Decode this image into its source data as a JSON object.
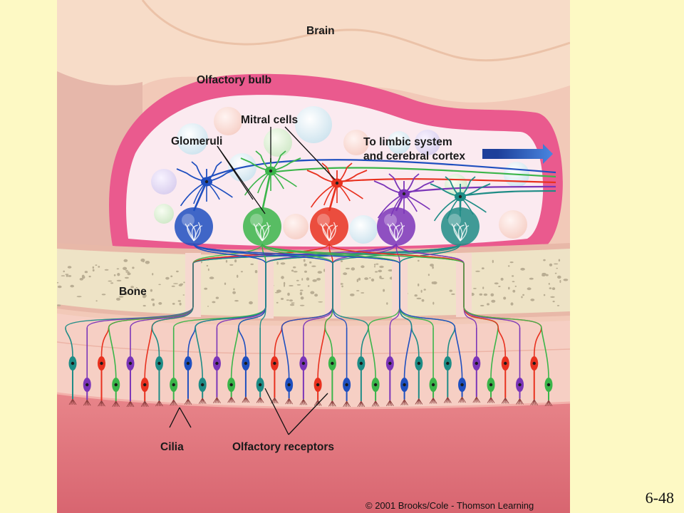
{
  "labels": {
    "brain": "Brain",
    "olfactory_bulb": "Olfactory bulb",
    "mitral_cells": "Mitral cells",
    "glomeruli": "Glomeruli",
    "to_limbic_line1": "To limbic system",
    "to_limbic_line2": "and cerebral cortex",
    "bone": "Bone",
    "cilia": "Cilia",
    "olfactory_receptors": "Olfactory receptors"
  },
  "copyright": "© 2001 Brooks/Cole - Thomson Learning",
  "slide_number": "6-48",
  "colors": {
    "background": "#fdf9c4",
    "brain": "#f7dcc8",
    "bulb_rim": "#ea5a8e",
    "bulb_interior": "#fbeaf0",
    "bone": "#eee3c6",
    "epithelium": "#f6cfc4",
    "mucosa": "#e27c82",
    "arrow": "#2a58b8",
    "neuron_blue": "#1f4fbf",
    "neuron_green": "#3bb54a",
    "neuron_red": "#e8311f",
    "neuron_purple": "#7b35b8",
    "neuron_teal": "#1e8c86"
  },
  "glomerulus_colors": [
    "neuron_blue",
    "neuron_green",
    "neuron_red",
    "neuron_purple",
    "neuron_teal"
  ],
  "receptor_colors": [
    "neuron_teal",
    "neuron_purple",
    "neuron_red",
    "neuron_green",
    "neuron_purple",
    "neuron_red",
    "neuron_teal",
    "neuron_green",
    "neuron_blue",
    "neuron_teal",
    "neuron_purple",
    "neuron_green",
    "neuron_blue",
    "neuron_teal",
    "neuron_red",
    "neuron_blue",
    "neuron_purple",
    "neuron_red",
    "neuron_green",
    "neuron_blue",
    "neuron_teal",
    "neuron_green",
    "neuron_purple",
    "neuron_blue",
    "neuron_teal",
    "neuron_green",
    "neuron_teal",
    "neuron_blue",
    "neuron_purple",
    "neuron_green",
    "neuron_red",
    "neuron_purple",
    "neuron_red",
    "neuron_green"
  ]
}
